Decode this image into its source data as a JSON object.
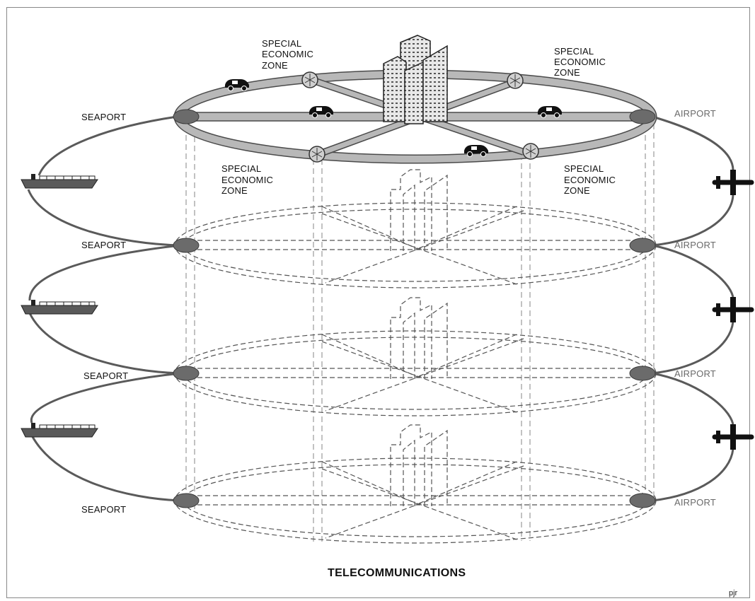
{
  "labels": {
    "seaport": "SEAPORT",
    "airport": "AIRPORT",
    "sez_line1": "SPECIAL",
    "sez_line2": "ECONOMIC",
    "sez_line3": "ZONE",
    "title": "TELECOMMUNICATIONS",
    "credit": "pjr"
  },
  "colors": {
    "ring_fill": "#b8b8b8",
    "ring_stroke": "#4a4a4a",
    "node_fill": "#6b6b6b",
    "dashed_line": "#555555",
    "background": "#ffffff"
  },
  "icons": {
    "ship": "ship-icon",
    "airplane": "airplane-icon",
    "car": "car-icon",
    "zone_hub": "hub-icon",
    "skyscraper": "skyscraper-icon"
  },
  "layers": 4
}
